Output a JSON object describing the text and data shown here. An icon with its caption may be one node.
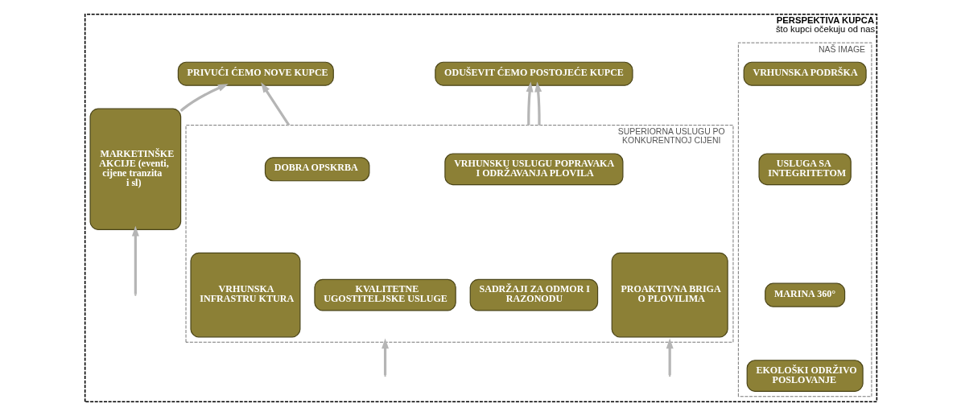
{
  "diagram": {
    "nodes": [
      {
        "text": [
          "PERSPEKTIVA KUPCA",
          "što kupci očekuju od nas"
        ]
      },
      {
        "text": [
          "ODUŠEVIT ĆEMO POSTOJEĆE KUPCE"
        ],
        "in": 0
      },
      {
        "text": [
          "PRIVUĆI ĆEMO NOVE KUPCE"
        ],
        "in": 0
      },
      {
        "text": [
          "SUPERIORNA USLUGU PO KONKURENTNOJ CIJENI"
        ],
        "in": 0
      },
      {
        "text": [
          "PROAKTIVNA BRIGA O PLOVILIMA"
        ],
        "in": 3
      },
      {
        "text": [
          "VRHUNSKU USLUGU POPRAVAKA I ODRŽAVANJA PLOVILA"
        ],
        "in": 3
      },
      {
        "text": [
          "DOBRA OPSKRBA"
        ],
        "in": 3
      },
      {
        "text": [
          "SADRŽAJI ZA ODMOR I RAZONODU"
        ],
        "in": 3
      },
      {
        "text": [
          "KVALITETNE UGOSTITELJSKE USLUGE"
        ],
        "in": 3
      },
      {
        "text": [
          "VRHUNSKA INFRASTRU KTURA"
        ],
        "in": 3
      },
      {
        "text": [
          "MARKETINŠKE AKCIJE (eventi, cijene tranzita i sl)"
        ],
        "in": 0
      },
      {
        "text": [
          "NAŠ IMAGE"
        ],
        "in": 0
      },
      {
        "text": [
          "VRHUNSKA PODRŠKA"
        ],
        "in": 11
      },
      {
        "text": [
          "USLUGA SA INTEGRITETOM"
        ],
        "in": 11
      },
      {
        "text": [
          "MARINA 360°"
        ],
        "in": 11
      },
      {
        "text": [
          "EKOLOŠKI ODRŽIVO POSLOVANJE"
        ],
        "in": 11
      }
    ],
    "edges": [
      {
        "from": 3,
        "to": 1,
        "arrow": "to"
      },
      {
        "from": 3,
        "to": 1,
        "arrow": "to"
      },
      {
        "from": 3,
        "to": 2,
        "arrow": "to"
      },
      {
        "from": 10,
        "to": 2,
        "arrow": "to"
      },
      {
        "from": null,
        "to": 3,
        "arrow": "to"
      },
      {
        "from": null,
        "to": 3,
        "arrow": "to"
      },
      {
        "from": null,
        "to": 10,
        "arrow": "to"
      }
    ]
  }
}
